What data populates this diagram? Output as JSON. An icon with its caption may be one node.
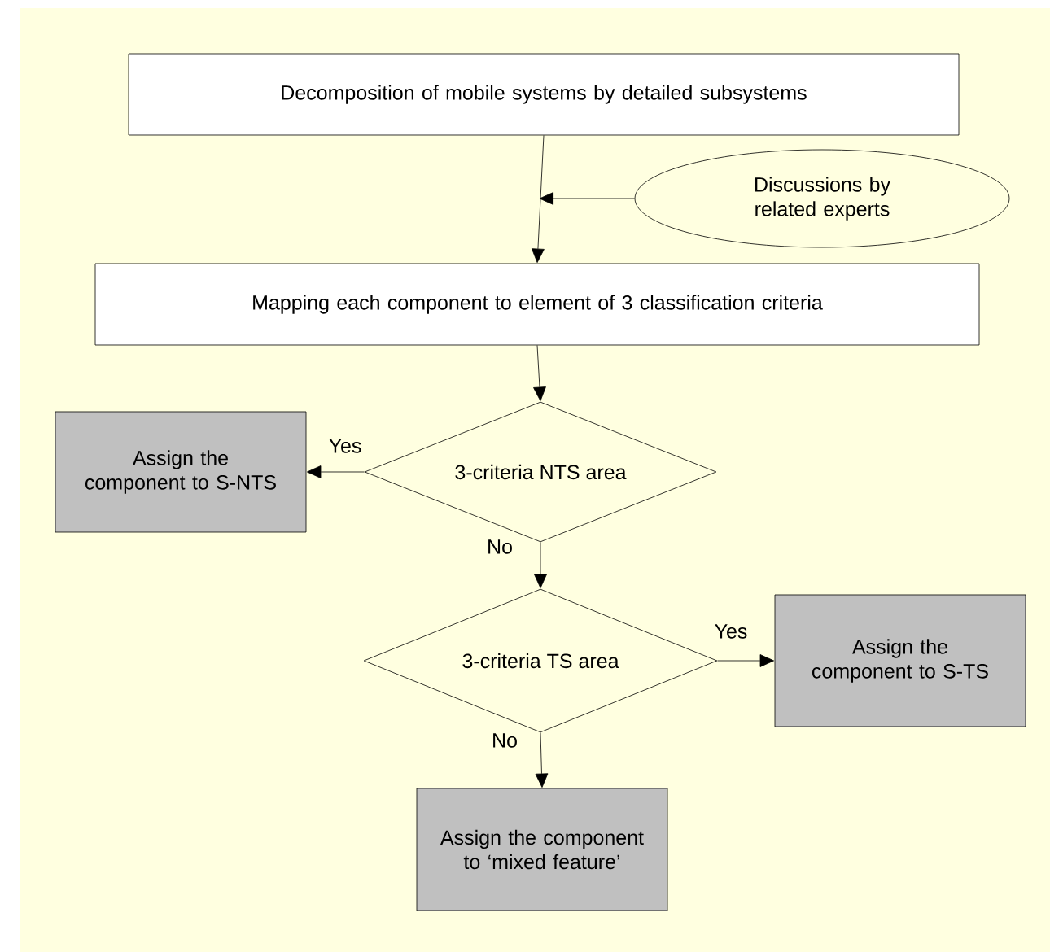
{
  "diagram": {
    "nodes": [
      {
        "text": [
          "Decomposition of mobile systems by detailed subsystems"
        ]
      },
      {
        "text": [
          "Discussions by related experts"
        ]
      },
      {
        "text": [
          "Mapping each component to element of 3 classification criteria"
        ]
      },
      {
        "text": [
          "3-criteria NTS area"
        ]
      },
      {
        "text": [
          "Assign the component to S-NTS"
        ]
      },
      {
        "text": [
          "3-criteria TS area"
        ]
      },
      {
        "text": [
          "Assign the component to S-TS"
        ]
      },
      {
        "text": [
          "Assign the component to ‘mixed feature’"
        ]
      }
    ],
    "edges": [
      {
        "from": 0,
        "to": 2,
        "arrow": "to"
      },
      {
        "from": 1,
        "to": null,
        "arrow": "to"
      },
      {
        "from": 2,
        "to": 3,
        "arrow": "to"
      },
      {
        "from": 3,
        "to": 4,
        "arrow": "to",
        "label": "Yes"
      },
      {
        "from": 3,
        "to": 5,
        "arrow": "to",
        "label": "No"
      },
      {
        "from": 5,
        "to": 6,
        "arrow": "to",
        "label": "Yes"
      },
      {
        "from": 5,
        "to": 7,
        "arrow": "to",
        "label": "No"
      }
    ]
  }
}
